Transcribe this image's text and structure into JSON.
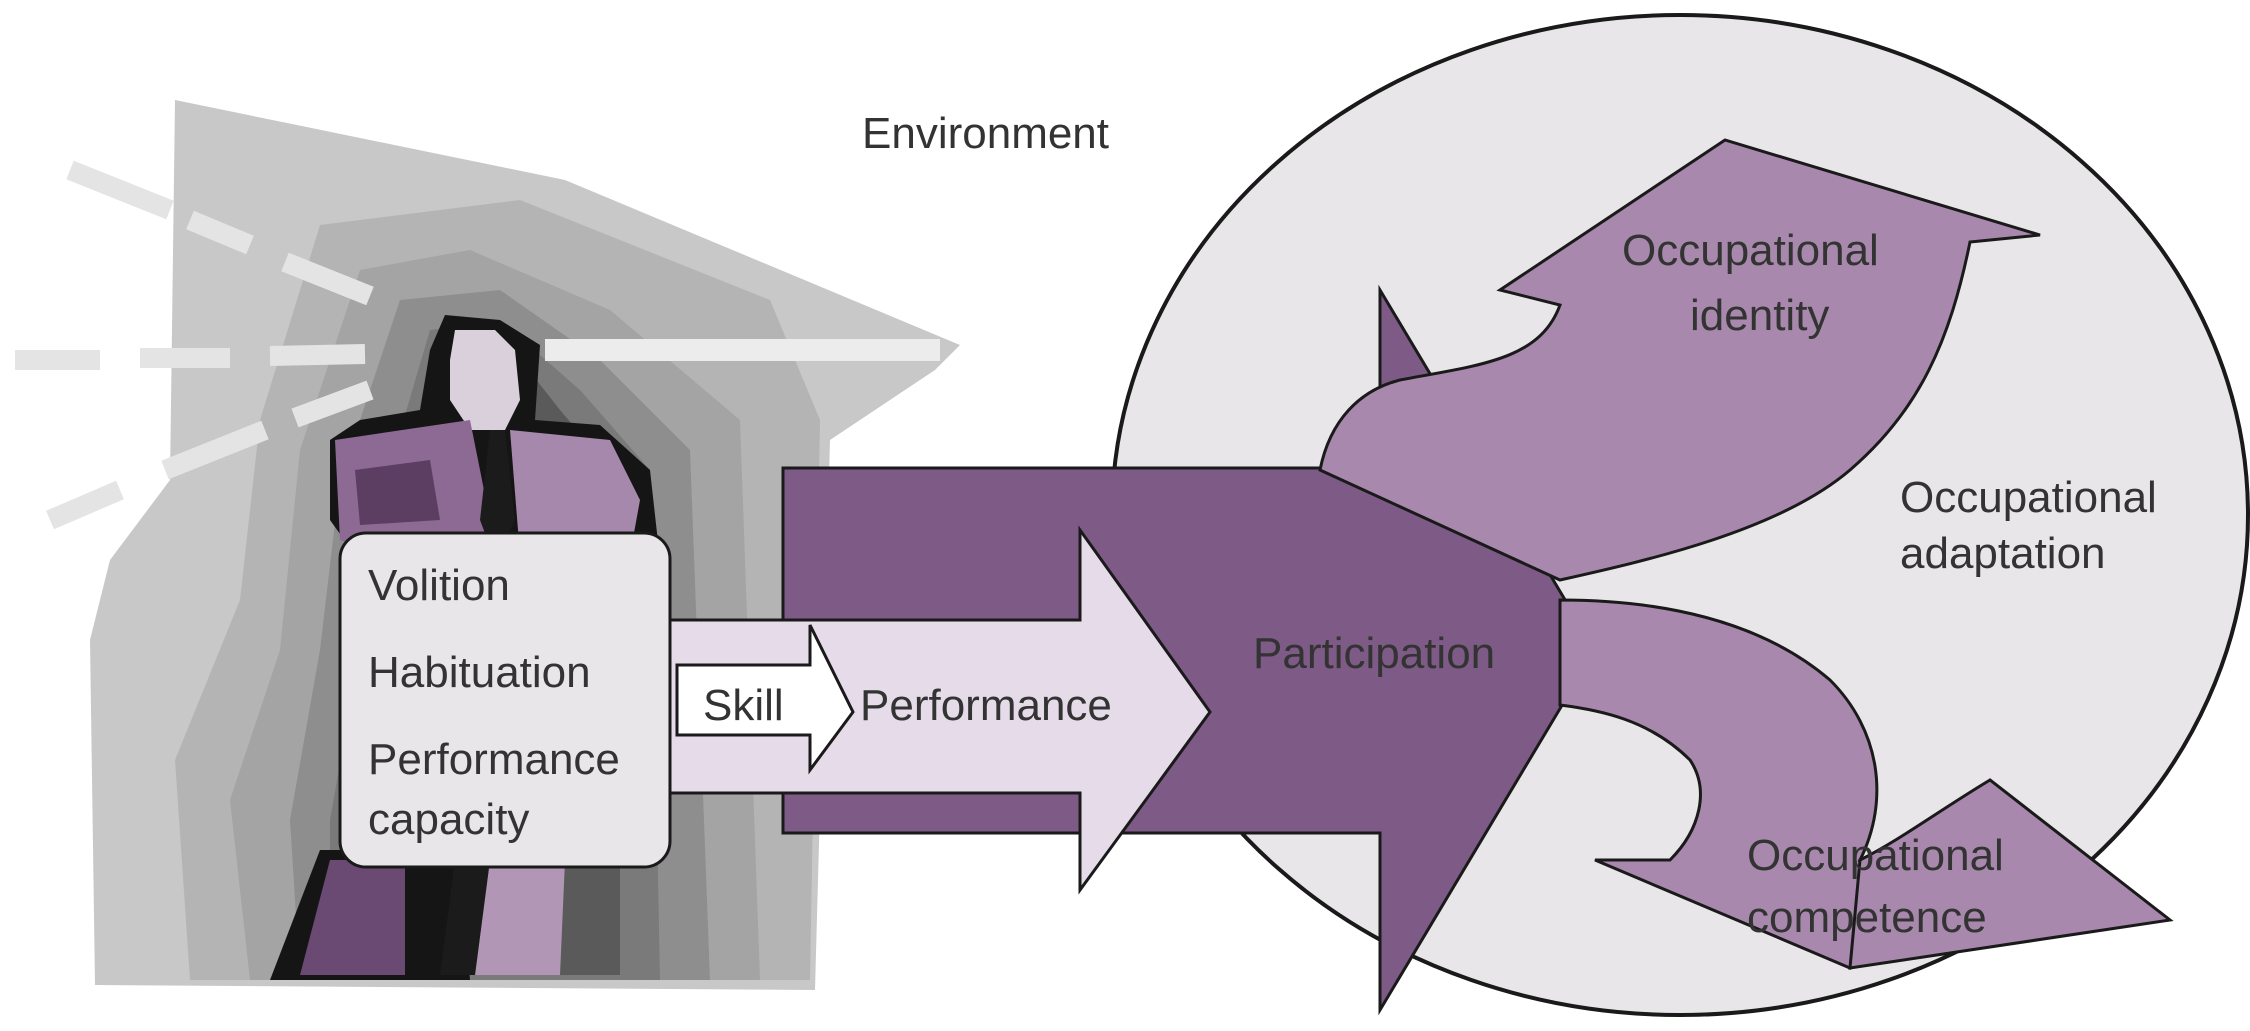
{
  "environment_label": "Environment",
  "person_box": {
    "volition": "Volition",
    "habituation": "Habituation",
    "capacity_line1": "Performance",
    "capacity_line2": "capacity"
  },
  "skill_label": "Skill",
  "performance_label": "Performance",
  "participation_label": "Participation",
  "identity": {
    "line1": "Occupational",
    "line2": "identity"
  },
  "adaptation": {
    "line1": "Occupational",
    "line2": "adaptation"
  },
  "competence": {
    "line1": "Occupational",
    "line2": "competence"
  },
  "colors": {
    "circle": "#e8e6e8",
    "dark_purple": "#7e5a86",
    "mid_purple": "#a889ad",
    "light_purple": "#e6dbe9",
    "gray_light": "#c9c9c9",
    "gray_mid": "#a9a9a9",
    "gray_dark": "#6e6e6e"
  }
}
